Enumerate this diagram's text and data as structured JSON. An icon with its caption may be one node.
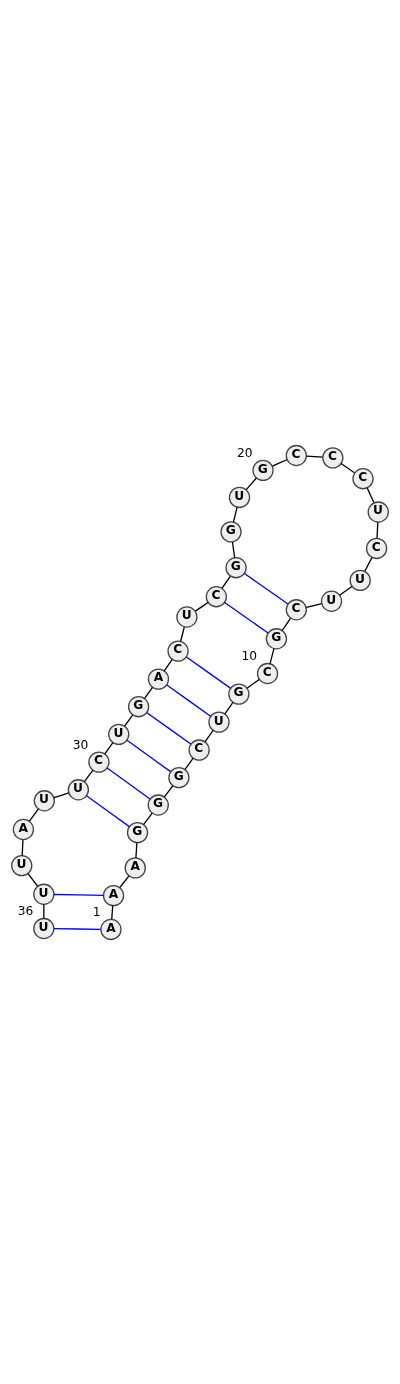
{
  "diagram": {
    "nodes": [
      {
        "text": [
          "A"
        ],
        "beside": [
          "1"
        ]
      },
      {
        "text": [
          "A"
        ]
      },
      {
        "text": [
          "A"
        ]
      },
      {
        "text": [
          "G"
        ]
      },
      {
        "text": [
          "G"
        ]
      },
      {
        "text": [
          "G"
        ]
      },
      {
        "text": [
          "C"
        ]
      },
      {
        "text": [
          "U"
        ]
      },
      {
        "text": [
          "G"
        ]
      },
      {
        "text": [
          "C"
        ],
        "beside": [
          "10"
        ]
      },
      {
        "text": [
          "G"
        ]
      },
      {
        "text": [
          "C"
        ]
      },
      {
        "text": [
          "U"
        ]
      },
      {
        "text": [
          "U"
        ]
      },
      {
        "text": [
          "C"
        ]
      },
      {
        "text": [
          "U"
        ]
      },
      {
        "text": [
          "C"
        ]
      },
      {
        "text": [
          "C"
        ]
      },
      {
        "text": [
          "C"
        ]
      },
      {
        "text": [
          "G"
        ],
        "beside": [
          "20"
        ]
      },
      {
        "text": [
          "U"
        ]
      },
      {
        "text": [
          "G"
        ]
      },
      {
        "text": [
          "G"
        ]
      },
      {
        "text": [
          "C"
        ]
      },
      {
        "text": [
          "U"
        ]
      },
      {
        "text": [
          "C"
        ]
      },
      {
        "text": [
          "A"
        ]
      },
      {
        "text": [
          "G"
        ]
      },
      {
        "text": [
          "U"
        ]
      },
      {
        "text": [
          "C"
        ],
        "beside": [
          "30"
        ]
      },
      {
        "text": [
          "U"
        ]
      },
      {
        "text": [
          "U"
        ]
      },
      {
        "text": [
          "A"
        ]
      },
      {
        "text": [
          "U"
        ]
      },
      {
        "text": [
          "U"
        ]
      },
      {
        "text": [
          "U"
        ],
        "beside": [
          "36"
        ]
      }
    ],
    "edges": [
      {
        "from": 0,
        "to": 1,
        "arrow": "none"
      },
      {
        "from": 1,
        "to": 2,
        "arrow": "none"
      },
      {
        "from": 2,
        "to": 3,
        "arrow": "none"
      },
      {
        "from": 3,
        "to": 4,
        "arrow": "none"
      },
      {
        "from": 4,
        "to": 5,
        "arrow": "none"
      },
      {
        "from": 5,
        "to": 6,
        "arrow": "none"
      },
      {
        "from": 6,
        "to": 7,
        "arrow": "none"
      },
      {
        "from": 7,
        "to": 8,
        "arrow": "none"
      },
      {
        "from": 8,
        "to": 9,
        "arrow": "none"
      },
      {
        "from": 9,
        "to": 10,
        "arrow": "none"
      },
      {
        "from": 10,
        "to": 11,
        "arrow": "none"
      },
      {
        "from": 11,
        "to": 12,
        "arrow": "none"
      },
      {
        "from": 12,
        "to": 13,
        "arrow": "none"
      },
      {
        "from": 13,
        "to": 14,
        "arrow": "none"
      },
      {
        "from": 14,
        "to": 15,
        "arrow": "none"
      },
      {
        "from": 15,
        "to": 16,
        "arrow": "none"
      },
      {
        "from": 16,
        "to": 17,
        "arrow": "none"
      },
      {
        "from": 17,
        "to": 18,
        "arrow": "none"
      },
      {
        "from": 18,
        "to": 19,
        "arrow": "none"
      },
      {
        "from": 19,
        "to": 20,
        "arrow": "none"
      },
      {
        "from": 20,
        "to": 21,
        "arrow": "none"
      },
      {
        "from": 21,
        "to": 22,
        "arrow": "none"
      },
      {
        "from": 22,
        "to": 23,
        "arrow": "none"
      },
      {
        "from": 23,
        "to": 24,
        "arrow": "none"
      },
      {
        "from": 24,
        "to": 25,
        "arrow": "none"
      },
      {
        "from": 25,
        "to": 26,
        "arrow": "none"
      },
      {
        "from": 26,
        "to": 27,
        "arrow": "none"
      },
      {
        "from": 27,
        "to": 28,
        "arrow": "none"
      },
      {
        "from": 28,
        "to": 29,
        "arrow": "none"
      },
      {
        "from": 29,
        "to": 30,
        "arrow": "none"
      },
      {
        "from": 30,
        "to": 31,
        "arrow": "none"
      },
      {
        "from": 31,
        "to": 32,
        "arrow": "none"
      },
      {
        "from": 32,
        "to": 33,
        "arrow": "none"
      },
      {
        "from": 33,
        "to": 34,
        "arrow": "none"
      },
      {
        "from": 34,
        "to": 35,
        "arrow": "none"
      },
      {
        "from": 0,
        "to": 35,
        "arrow": "none",
        "color": "#0000ff"
      },
      {
        "from": 1,
        "to": 34,
        "arrow": "none",
        "color": "#0000ff"
      },
      {
        "from": 3,
        "to": 30,
        "arrow": "none",
        "color": "#0000ff"
      },
      {
        "from": 4,
        "to": 29,
        "arrow": "none",
        "color": "#0000ff"
      },
      {
        "from": 5,
        "to": 28,
        "arrow": "none",
        "color": "#0000ff"
      },
      {
        "from": 6,
        "to": 27,
        "arrow": "none",
        "color": "#0000ff"
      },
      {
        "from": 7,
        "to": 26,
        "arrow": "none",
        "color": "#0000ff"
      },
      {
        "from": 8,
        "to": 25,
        "arrow": "none",
        "color": "#0000ff"
      },
      {
        "from": 10,
        "to": 23,
        "arrow": "none",
        "color": "#0000ff"
      },
      {
        "from": 11,
        "to": 22,
        "arrow": "none",
        "color": "#0000ff"
      }
    ]
  }
}
